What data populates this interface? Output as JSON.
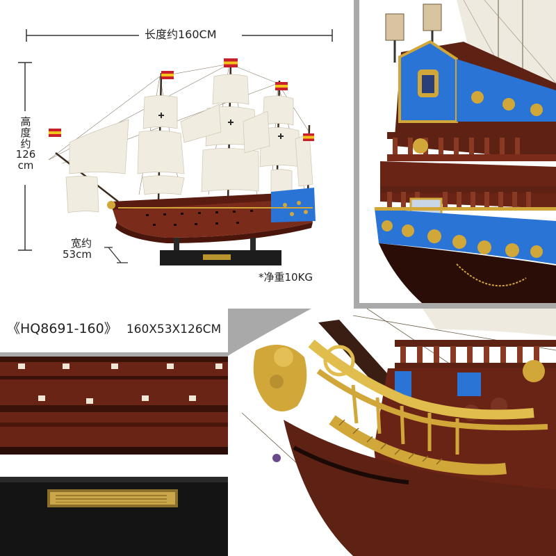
{
  "dimensions": {
    "length_label": "长度约160CM",
    "height_label_lines": [
      "高",
      "度",
      "约",
      "126",
      "cm"
    ],
    "width_label_lines": [
      "宽约",
      "53cm"
    ],
    "weight_label": "*净重10KG"
  },
  "product": {
    "model_label": "《HQ8691-160》",
    "size_label": "160X53X126CM"
  },
  "colors": {
    "hull": "#7a2b1a",
    "hull_dark": "#4a160c",
    "deck_blue": "#2a74d6",
    "gold": "#d2a73a",
    "sail": "#f1ece0",
    "stand": "#1c1c1c",
    "frame_gray": "#a9a9a9"
  },
  "icons": {
    "flag": "spanish-flag-icon",
    "dimension_arrow": "dimension-line-icon"
  }
}
